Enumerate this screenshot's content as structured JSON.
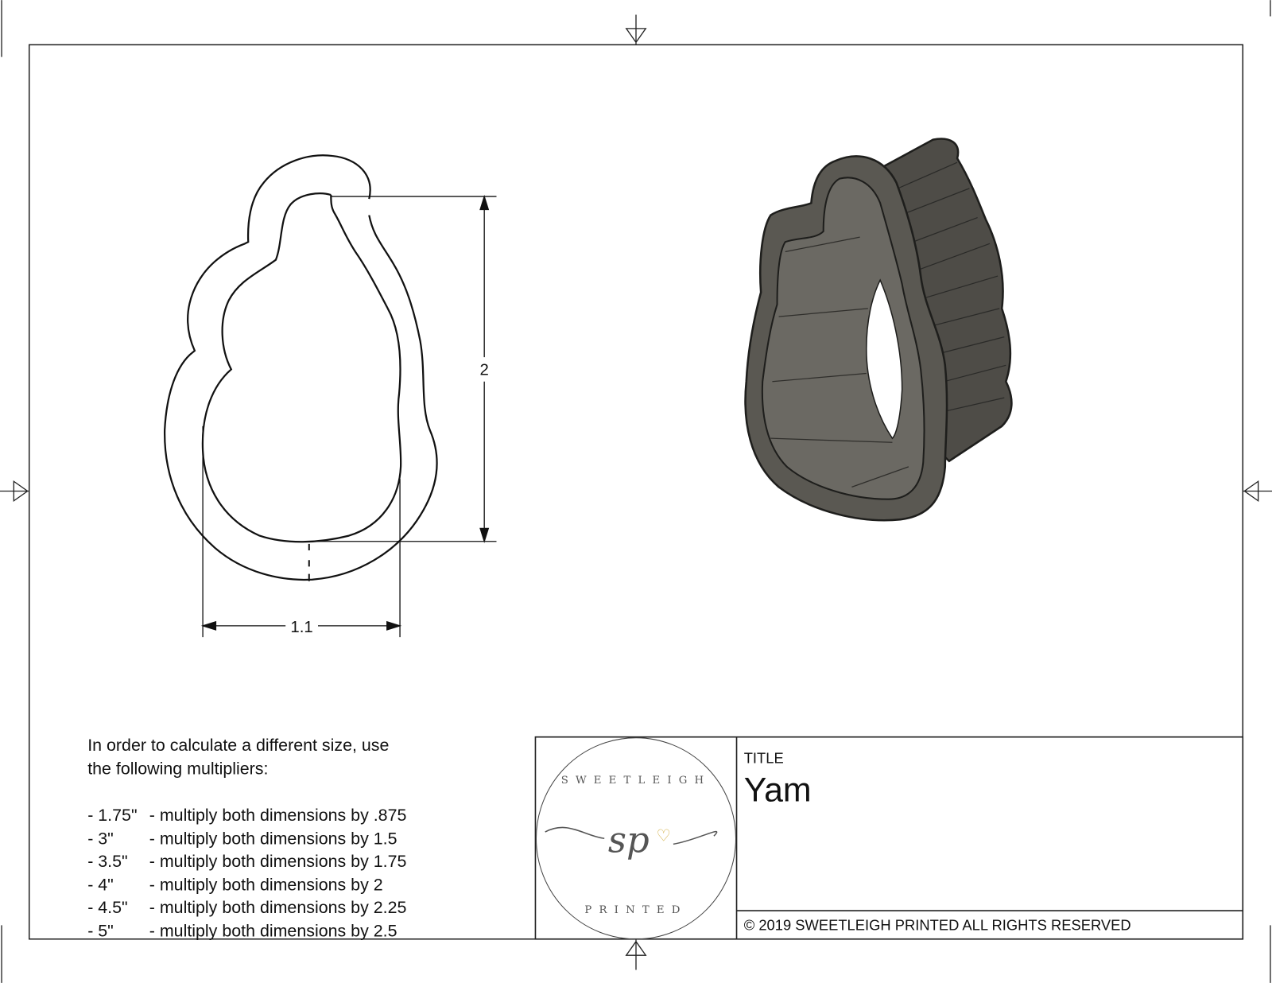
{
  "drawing": {
    "dimensions": {
      "height": "2",
      "width": "1.1"
    }
  },
  "instructions": {
    "line1": "In order to calculate a different size, use",
    "line2": "the following multipliers:",
    "multipliers": [
      {
        "size": "- 1.75\"",
        "text": "- multiply both dimensions by .875"
      },
      {
        "size": "- 3\"",
        "text": "- multiply both dimensions by 1.5"
      },
      {
        "size": "- 3.5\"",
        "text": "- multiply both dimensions by 1.75"
      },
      {
        "size": "- 4\"",
        "text": "- multiply both dimensions by 2"
      },
      {
        "size": "- 4.5\"",
        "text": "- multiply both dimensions by 2.25"
      },
      {
        "size": "- 5\"",
        "text": "- multiply both dimensions by 2.5"
      }
    ]
  },
  "title_block": {
    "title_label": "TITLE",
    "title": "Yam",
    "copyright": "© 2019  SWEETLEIGH PRINTED  ALL RIGHTS RESERVED",
    "logo": {
      "top_text": "SWEETLEIGH",
      "monogram": "sp",
      "bottom_text": "PRINTED",
      "heart_color": "#d4b24a"
    }
  },
  "colors": {
    "cutter_body": "#5a5852",
    "cutter_edge": "#1e1e1c"
  }
}
